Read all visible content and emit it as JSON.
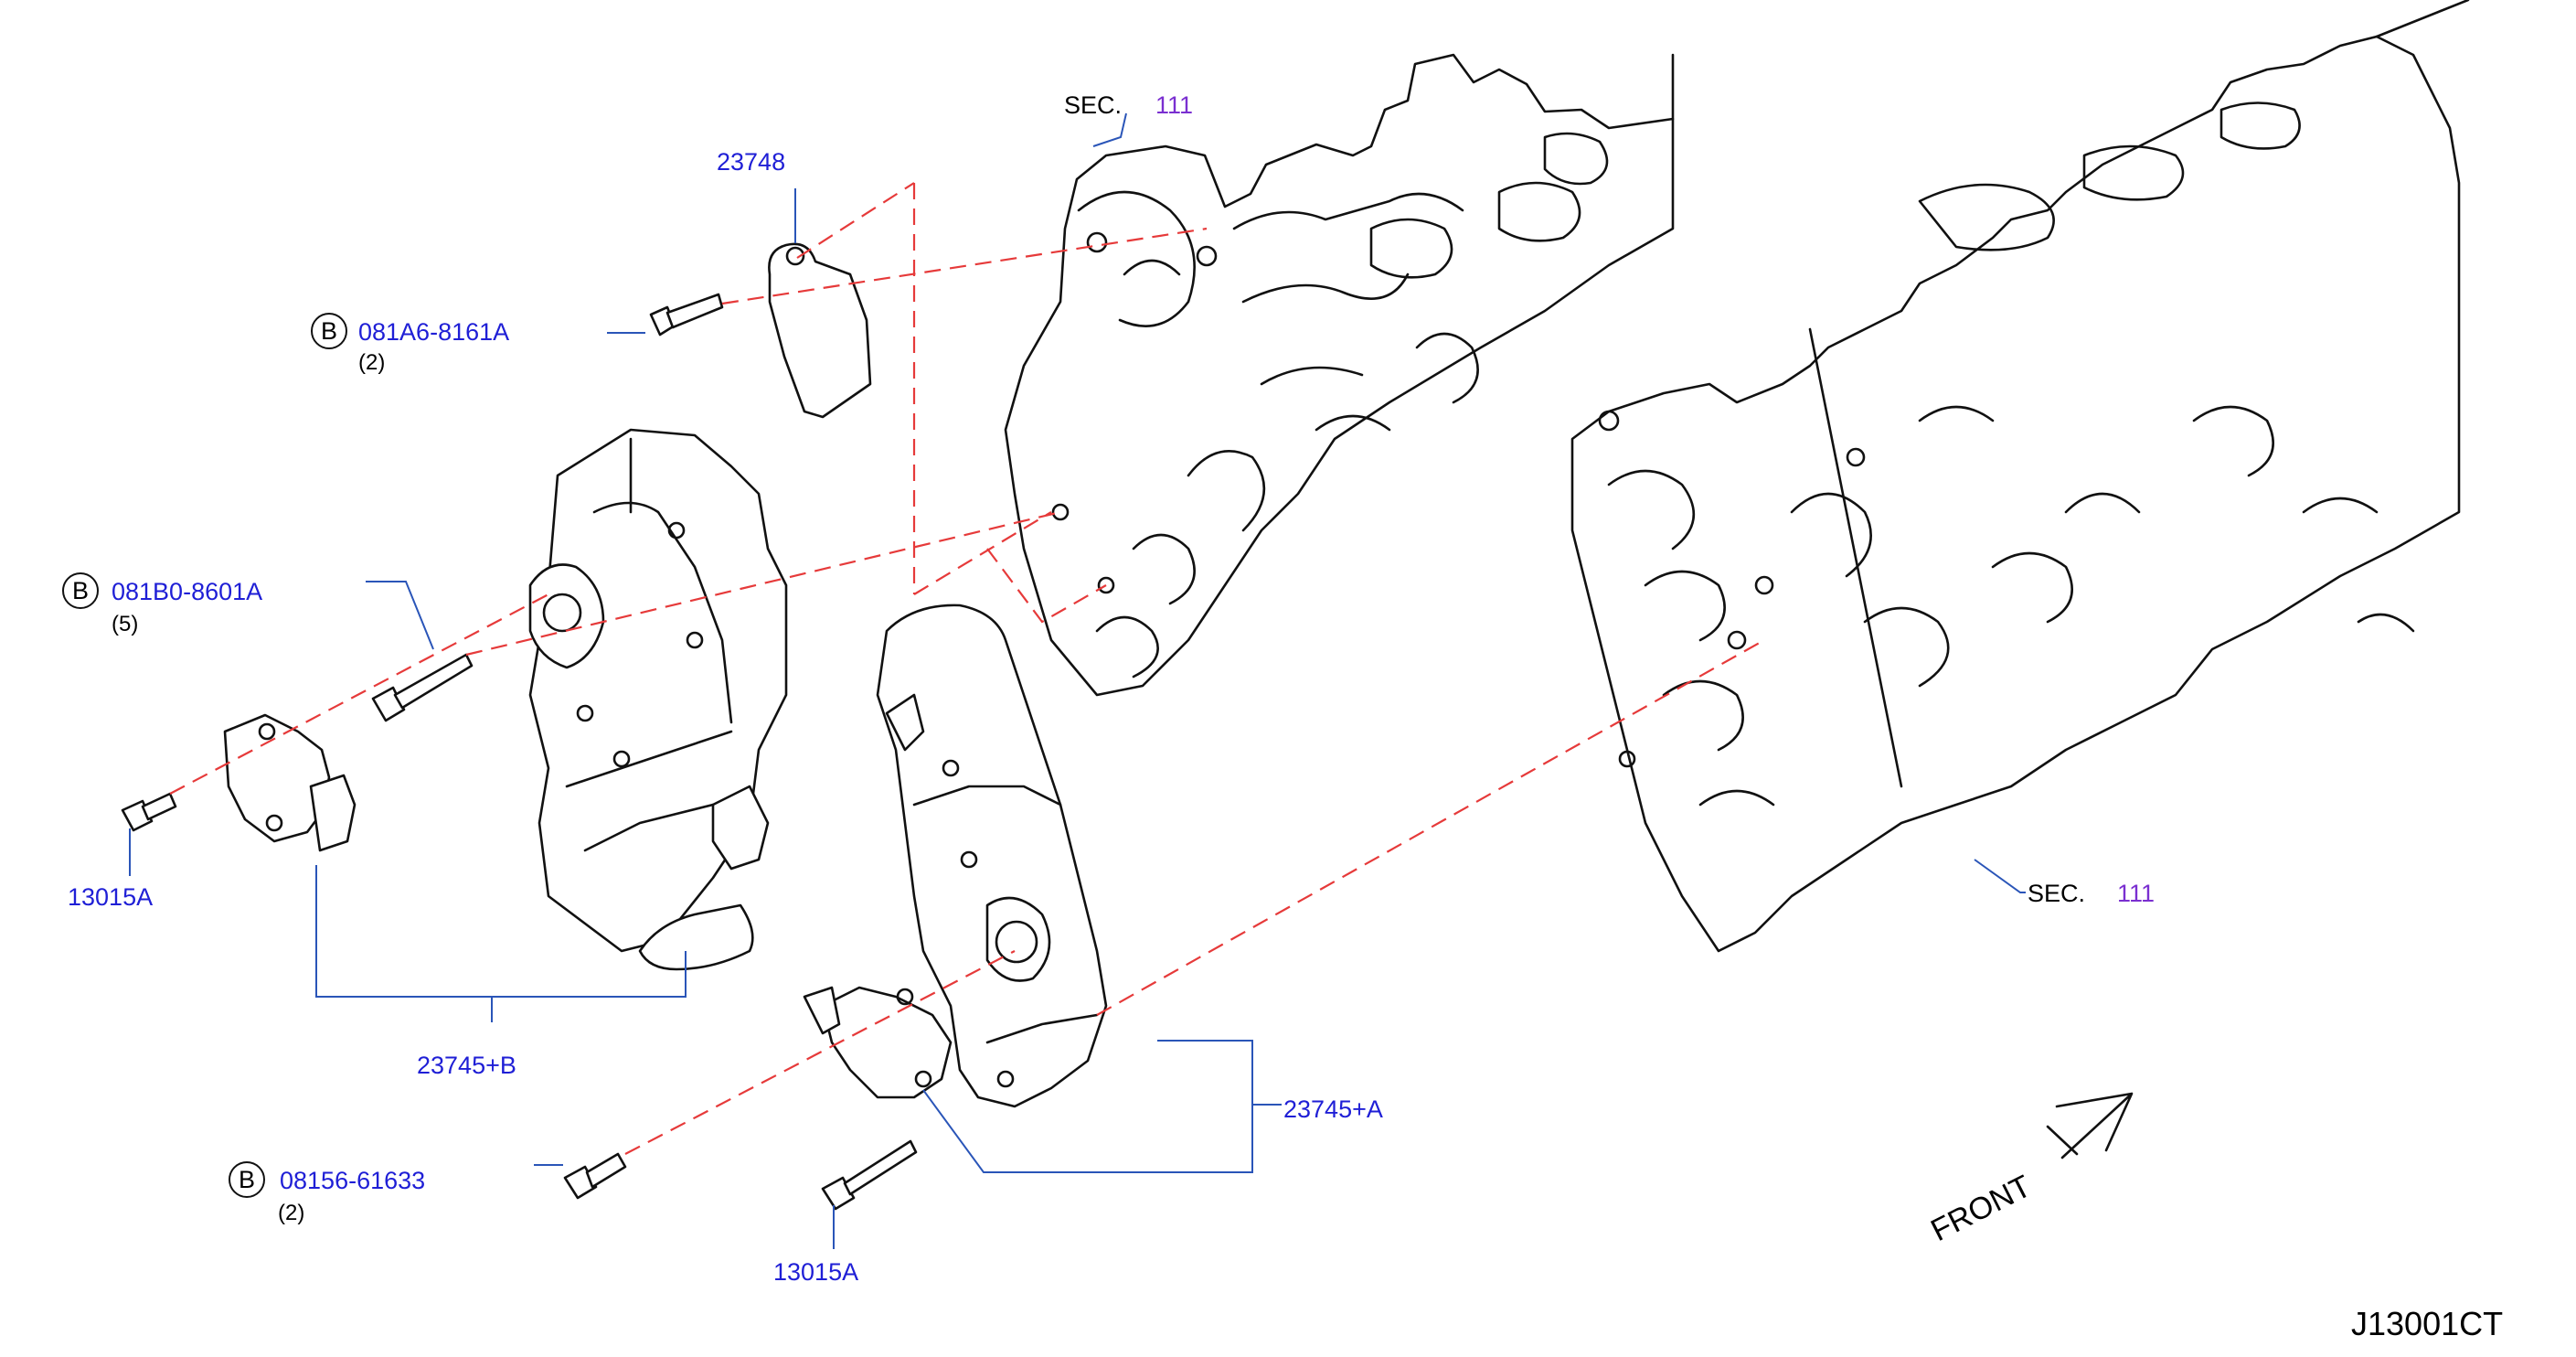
{
  "diagram": {
    "code": "J13001CT",
    "front_label": "FRONT",
    "sections": [
      {
        "prefix": "SEC.",
        "number": "111"
      },
      {
        "prefix": "SEC.",
        "number": "111"
      }
    ],
    "callouts": [
      {
        "id": "c1",
        "text": "23748"
      },
      {
        "id": "c2",
        "badge": "B",
        "text": "081A6-8161A",
        "qty": "(2)"
      },
      {
        "id": "c3",
        "badge": "B",
        "text": "081B0-8601A",
        "qty": "(5)"
      },
      {
        "id": "c4",
        "text": "13015A"
      },
      {
        "id": "c5",
        "text": "23745+B"
      },
      {
        "id": "c6",
        "text": "23745+A"
      },
      {
        "id": "c7",
        "badge": "B",
        "text": "08156-61633",
        "qty": "(2)"
      },
      {
        "id": "c8",
        "text": "13015A"
      }
    ],
    "colors": {
      "callout": "#1f1fd6",
      "section_number": "#7a2fd0",
      "leader": "#2a55b8",
      "dashed_guide": "#e63a3a",
      "linework": "#111111"
    }
  }
}
